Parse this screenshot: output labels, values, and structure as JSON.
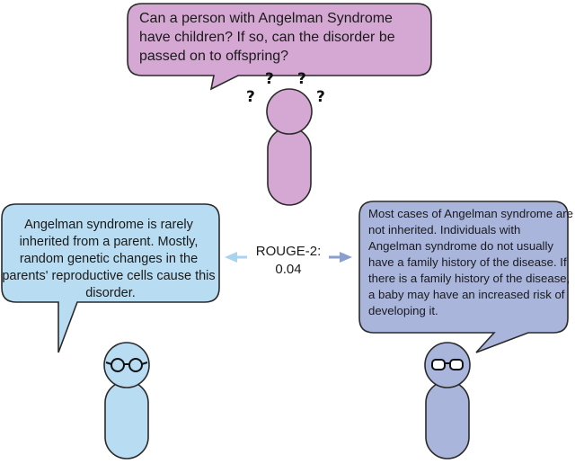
{
  "question": {
    "lines": [
      "Can a person with Angelman Syndrome",
      "have children? If so, can the disorder be",
      "passed on to offspring?"
    ]
  },
  "confusion_marks": [
    "?",
    "?",
    "?",
    "?"
  ],
  "left_answer": {
    "lines": [
      "Angelman syndrome is rarely",
      "inherited from a parent. Mostly,",
      "random genetic changes in the",
      "parents' reproductive cells cause this",
      "disorder."
    ]
  },
  "right_answer": {
    "lines": [
      "Most cases of Angelman syndrome are",
      "not inherited. Individuals with",
      "Angelman syndrome do not usually",
      "have a family history of the disease. If",
      "there is a family history of the disease,",
      "a baby may have an increased risk of",
      "developing it."
    ]
  },
  "metric": {
    "label": "ROUGE-2:",
    "value": "0.04"
  },
  "colors": {
    "question_fill": "#d5a8d3",
    "question_figure": "#d5a8d3",
    "left_fill": "#b8dcf2",
    "left_figure": "#b8dcf2",
    "right_fill": "#aab5dc",
    "right_figure": "#aab5dc",
    "left_arrow": "#a9d3ee",
    "right_arrow": "#8a9fcc",
    "outline": "#2a2a2a"
  }
}
